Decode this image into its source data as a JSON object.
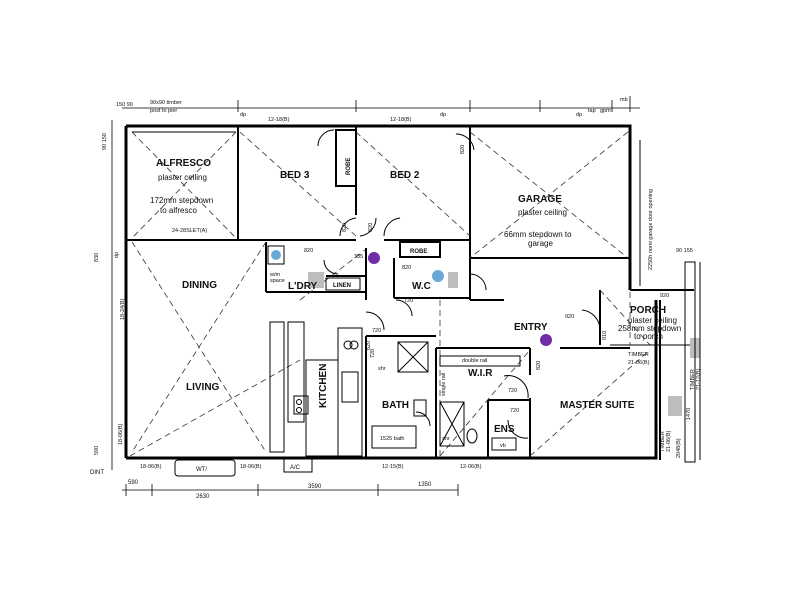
{
  "rooms": {
    "alfresco": {
      "name": "ALFRESCO",
      "note1": "plaster ceiling",
      "note2": "172mm stepdown",
      "note3": "to alfresco",
      "slab": "24-28SLET(A)"
    },
    "bed3": {
      "name": "BED 3"
    },
    "bed2": {
      "name": "BED 2"
    },
    "garage": {
      "name": "GARAGE",
      "note1": "plaster ceiling",
      "note2": "66mm stepdown to",
      "note3": "garage",
      "door_note": "2250h nomi garage door opening"
    },
    "dining": {
      "name": "DINING"
    },
    "living": {
      "name": "LIVING"
    },
    "kitchen": {
      "name": "KITCHEN"
    },
    "laundry": {
      "name": "L'DRY"
    },
    "linen": {
      "name": "LINEN"
    },
    "wc": {
      "name": "W.C"
    },
    "entry": {
      "name": "ENTRY"
    },
    "porch": {
      "name": "PORCH",
      "note1": "plaster ceiling",
      "note2": "258mm stepdown",
      "note3": "to porch"
    },
    "bath": {
      "name": "BATH",
      "fixture": "1525 bath"
    },
    "wir": {
      "name": "W.I.R",
      "rail1": "double rail",
      "rail2": "single rail"
    },
    "ens": {
      "name": "ENS",
      "vanity": "vb"
    },
    "master": {
      "name": "MASTER SUITE"
    }
  },
  "robes": {
    "r1": "ROBE",
    "r2": "ROBE"
  },
  "annotations": {
    "post_note1": "90x90 timber",
    "post_note2": "post to pier",
    "tap1": "tap",
    "tap2": "mb",
    "gpm": "gpm",
    "dp": "dp",
    "wm": "w/m",
    "space": "space",
    "shr": "shr",
    "timber1": "TIMBER",
    "timber1b": "21-06(B)",
    "timber2": "TIMBER",
    "timber2b": "21-12(B)",
    "timber3": "TIMBER",
    "timber3b": "21-06(B)",
    "wt": "WT/",
    "ac": "A/C",
    "dint": "DINT",
    "hws": "mb"
  },
  "doors": {
    "d820a": "820",
    "d820b": "820",
    "d820c": "820",
    "d820d": "820",
    "d820e": "820",
    "d820f": "820",
    "d720a": "720",
    "d720b": "720",
    "d720c": "720",
    "d720d": "720",
    "d720e": "720",
    "d335": "335",
    "d920a": "920",
    "d920b": "920",
    "d620": "620",
    "d910": "910"
  },
  "dimensions": {
    "top_left": "150 90",
    "left_top1": "90 150",
    "left_830": "830",
    "left_590": "590",
    "seg1": "12-18(B)",
    "seg2": "12-18(B)",
    "seg3": "18-24(B)",
    "seg4": "18-06(B)",
    "seg5": "18-06(B)",
    "seg6": "18-06(B)",
    "seg7": "12-15(B)",
    "seg8": "12-06(B)",
    "seg9": "90 155",
    "b590": "590",
    "b2630": "2630",
    "b3590": "3590",
    "b1350": "1350",
    "r1470": "1470",
    "r2048": "2048(B)"
  }
}
